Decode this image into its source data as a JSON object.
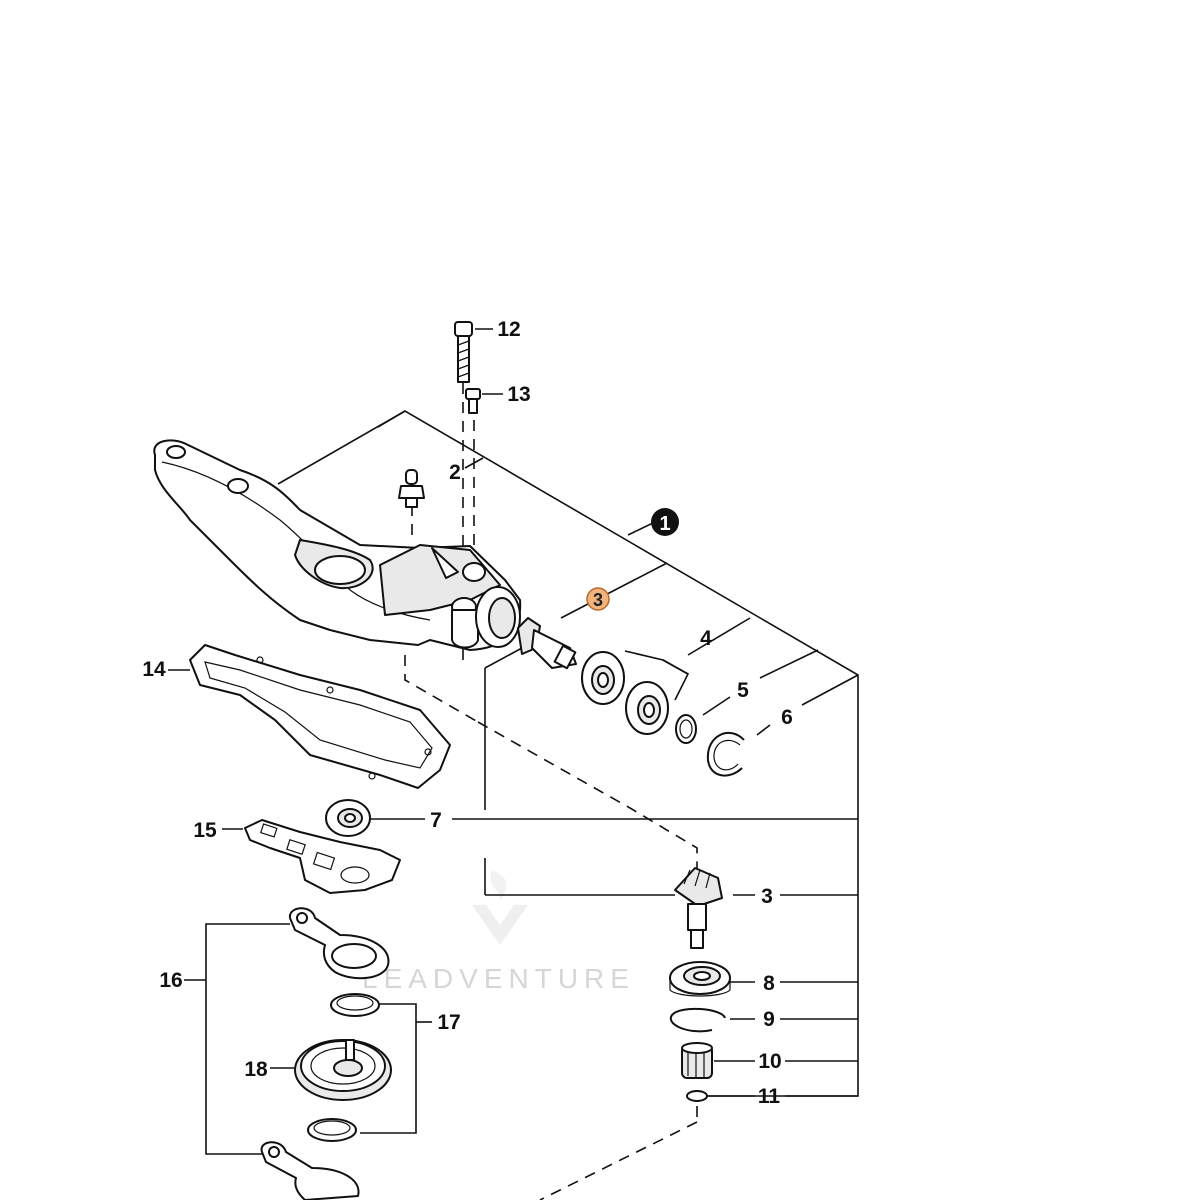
{
  "watermark": {
    "text": "LEADVENTURE"
  },
  "labels": {
    "l1": "1",
    "l2": "2",
    "l3a": "3",
    "l3b": "3",
    "l4": "4",
    "l5": "5",
    "l6": "6",
    "l7": "7",
    "l8": "8",
    "l9": "9",
    "l10": "10",
    "l11": "11",
    "l12": "12",
    "l13": "13",
    "l14": "14",
    "l15": "15",
    "l16": "16",
    "l17": "17",
    "l18": "18"
  },
  "colors": {
    "highlight": "#f2b37f",
    "line": "#111111"
  }
}
